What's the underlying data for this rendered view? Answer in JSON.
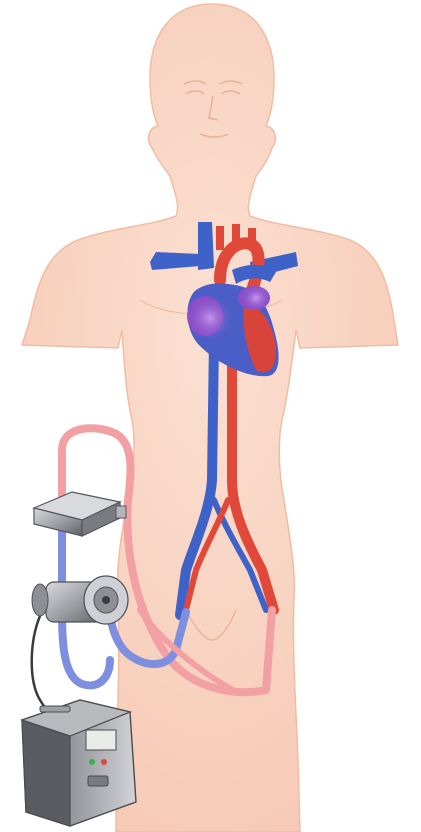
{
  "figure": {
    "kind": "medical-illustration",
    "depicts": "ecmo-circuit",
    "components": [
      "human-figure",
      "heart",
      "aorta",
      "vena-cava",
      "oxygenator",
      "centrifugal-pump",
      "drive-console"
    ]
  },
  "colors": {
    "background": "#ffffff",
    "skin": "#f8d2c0",
    "skin_outline": "#f0b89e",
    "venous_blood": "#3f62c8",
    "arterial_blood": "#e0493a",
    "heart_purple": "#8a4fc8",
    "tube_arterial": "#f2a0a4",
    "tube_venous": "#7f8fe0",
    "device_gray": "#8e8f94"
  }
}
